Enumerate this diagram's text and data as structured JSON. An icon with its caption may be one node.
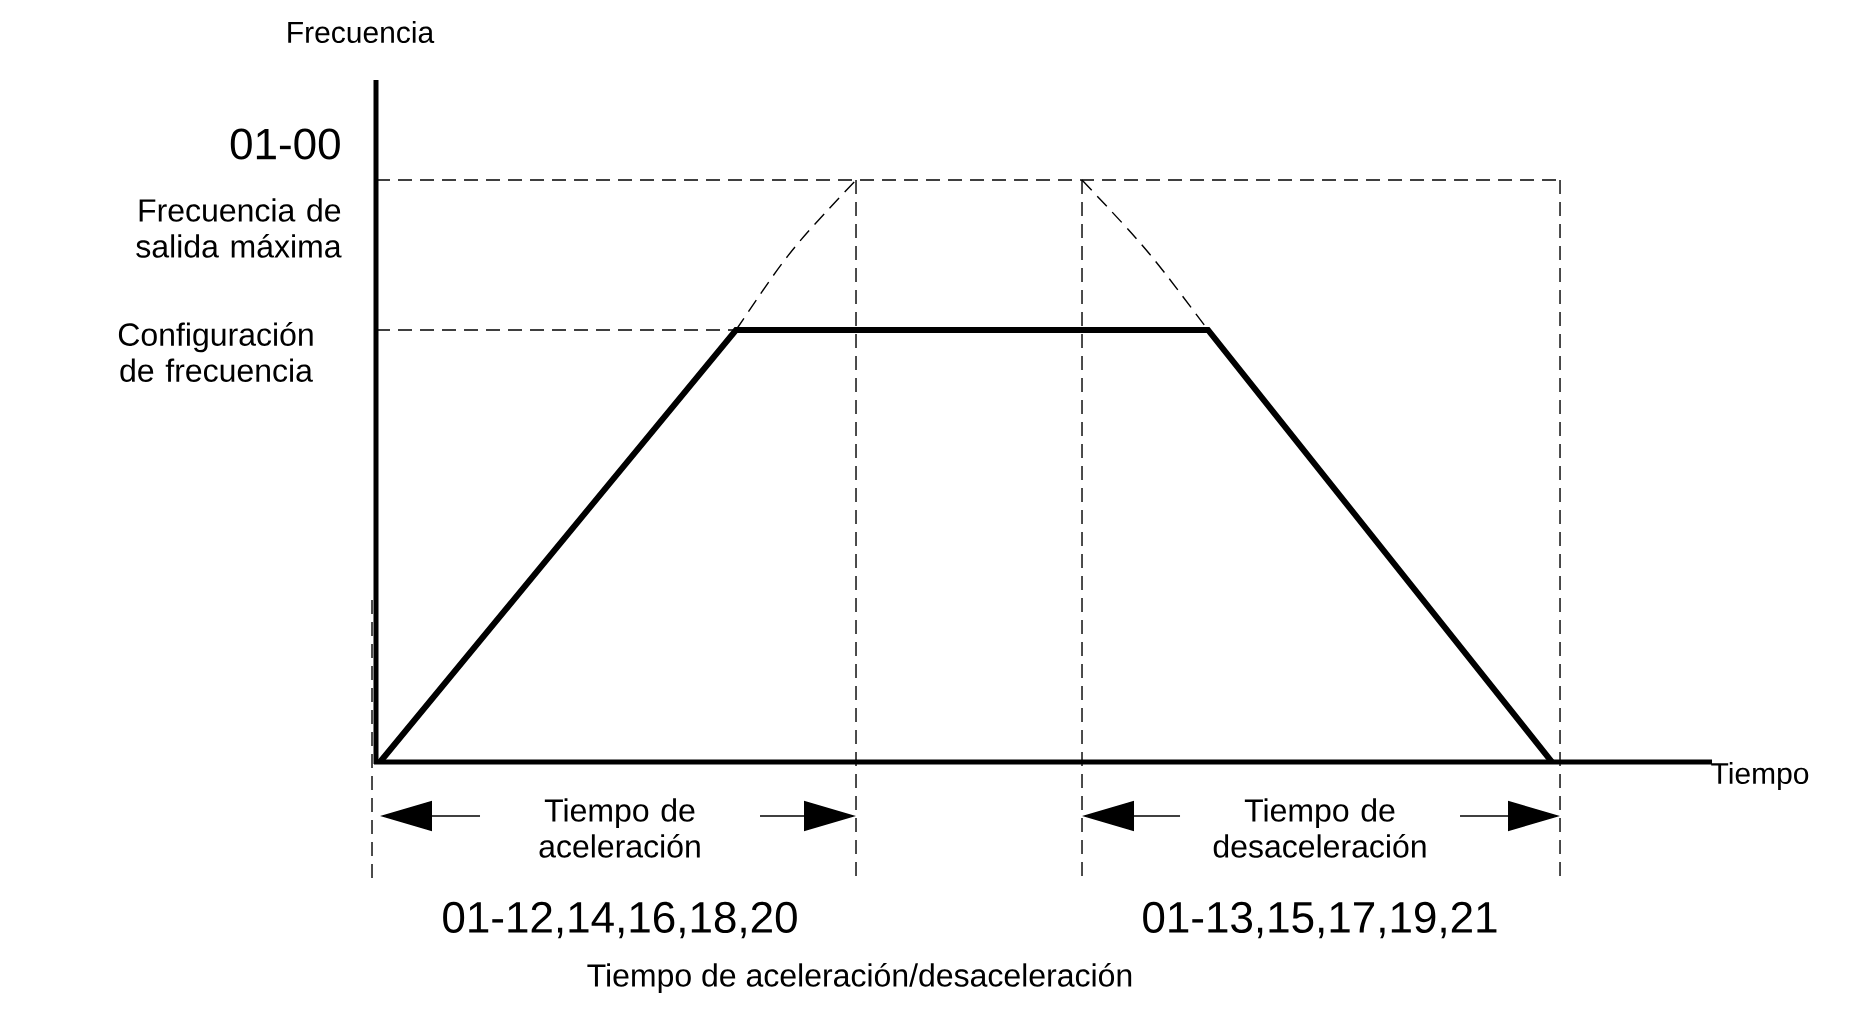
{
  "diagram": {
    "labels": [
      "Frecuencia",
      "01-00",
      "Frecuencia de salida máxima",
      "Configuración de frecuencia",
      "Tiempo",
      "Tiempo de aceleración",
      "Tiempo de desaceleración",
      "01-12,14,16,18,20",
      "01-13,15,17,19,21",
      "Tiempo de aceleración/desaceleración"
    ]
  }
}
